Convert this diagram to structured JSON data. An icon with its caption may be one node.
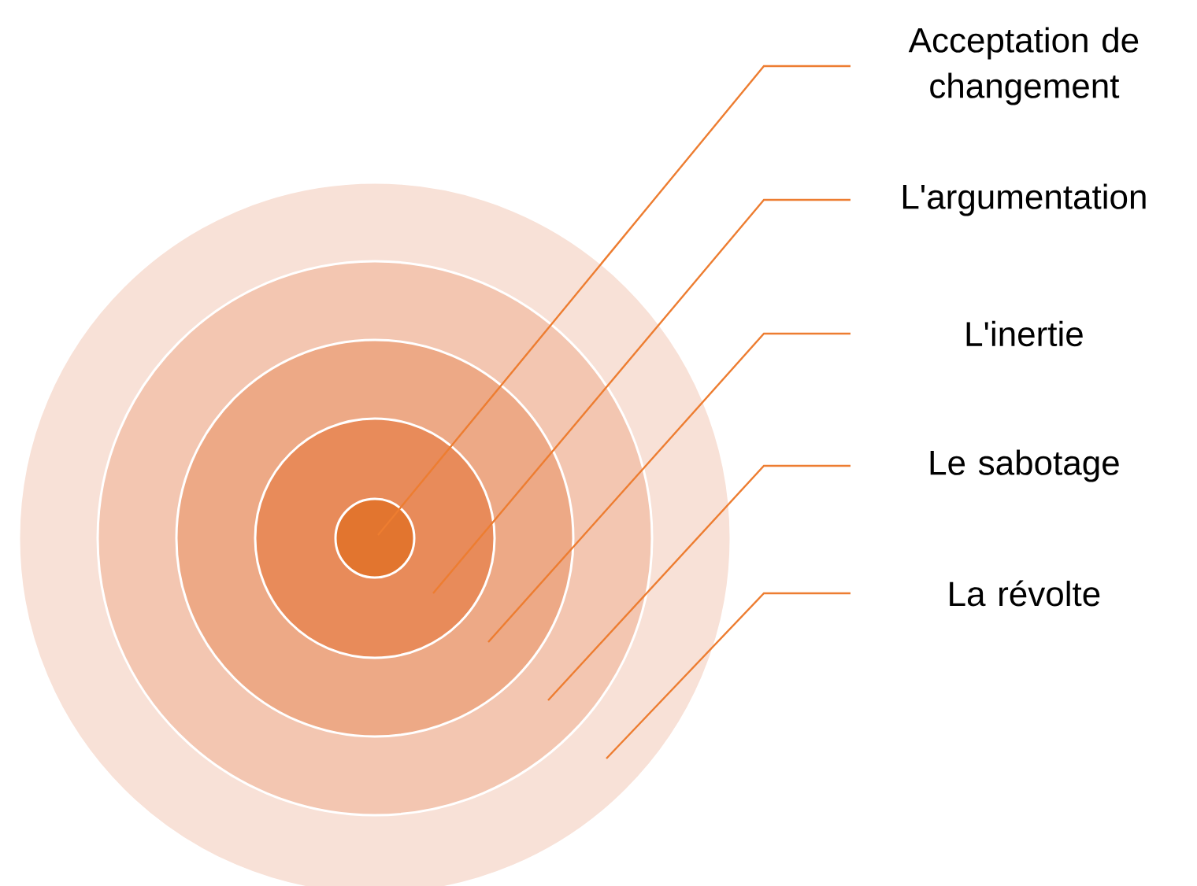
{
  "diagram": {
    "nodes": [
      {
        "text": [],
        "shape": "circle"
      },
      {
        "text": [],
        "shape": "circle",
        "in": 0
      },
      {
        "text": [],
        "shape": "circle",
        "in": 1
      },
      {
        "text": [],
        "shape": "circle",
        "in": 2
      },
      {
        "text": [],
        "shape": "circle",
        "in": 3
      },
      {
        "text": [
          "Acceptation de changement"
        ]
      },
      {
        "text": [
          "L'argumentation"
        ]
      },
      {
        "text": [
          "L'inertie"
        ]
      },
      {
        "text": [
          "Le sabotage"
        ]
      },
      {
        "text": [
          "La révolte"
        ]
      }
    ],
    "edges": [
      {
        "from": 5,
        "to": 4,
        "arrow": "none"
      },
      {
        "from": 6,
        "to": 3,
        "arrow": "none"
      },
      {
        "from": 7,
        "to": 2,
        "arrow": "none"
      },
      {
        "from": 8,
        "to": 1,
        "arrow": "none"
      },
      {
        "from": 9,
        "to": 0,
        "arrow": "none"
      }
    ]
  }
}
